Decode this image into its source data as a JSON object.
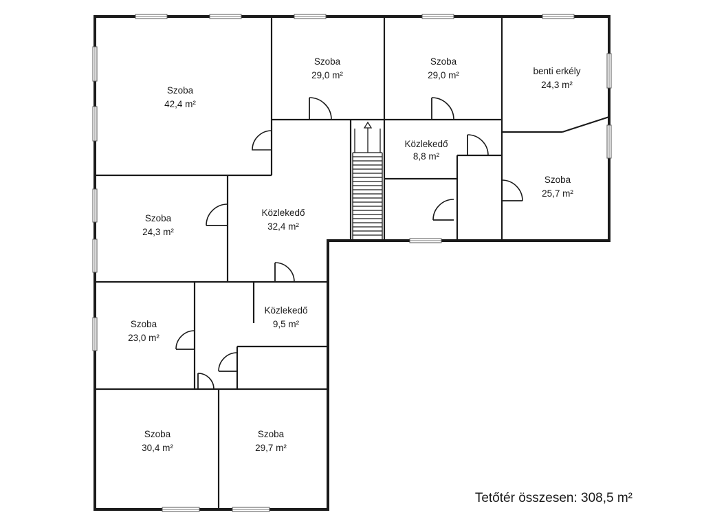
{
  "rooms": [
    {
      "id": "szoba-nw",
      "name": "Szoba",
      "area": "42,4 m²"
    },
    {
      "id": "szoba-top-1",
      "name": "Szoba",
      "area": "29,0 m²"
    },
    {
      "id": "szoba-top-2",
      "name": "Szoba",
      "area": "29,0 m²"
    },
    {
      "id": "erkely",
      "name": "benti erkély",
      "area": "24,3 m²"
    },
    {
      "id": "kozlekedo-small",
      "name": "Közlekedő",
      "area": "8,8 m²"
    },
    {
      "id": "szoba-east",
      "name": "Szoba",
      "area": "25,7 m²"
    },
    {
      "id": "szoba-west-2",
      "name": "Szoba",
      "area": "24,3 m²"
    },
    {
      "id": "kozlekedo-main",
      "name": "Közlekedő",
      "area": "32,4 m²"
    },
    {
      "id": "kozlekedo-lower",
      "name": "Közlekedő",
      "area": "9,5 m²"
    },
    {
      "id": "szoba-west-3",
      "name": "Szoba",
      "area": "23,0 m²"
    },
    {
      "id": "szoba-sw",
      "name": "Szoba",
      "area": "30,4 m²"
    },
    {
      "id": "szoba-s",
      "name": "Szoba",
      "area": "29,7 m²"
    }
  ],
  "total": "Tetőtér összesen: 308,5 m²"
}
